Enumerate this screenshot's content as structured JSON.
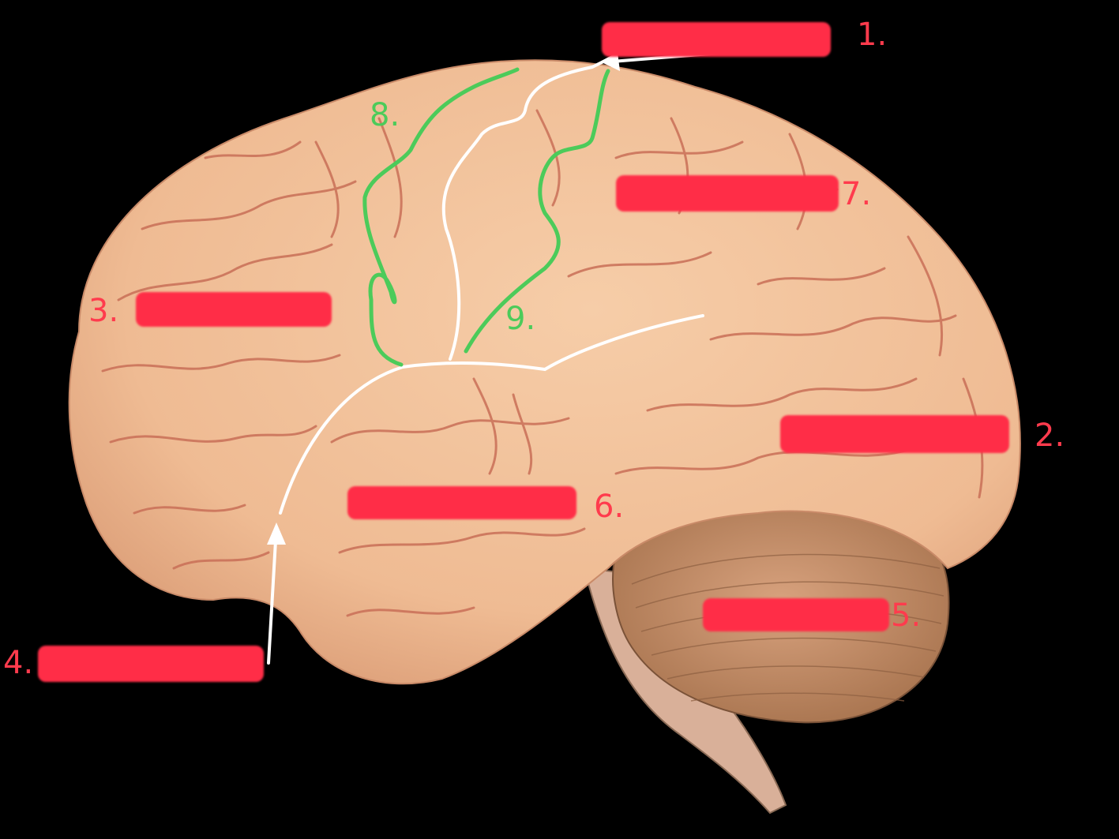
{
  "colors": {
    "background": "#000000",
    "brain": "#f1bf98",
    "sulcus": "#c86b56",
    "cerebellum": "#c9906a",
    "redaction": "#ff2d47",
    "label_red": "#ff3b4d",
    "label_green": "#4ccb5a",
    "annotation_white": "#ffffff"
  },
  "labels": {
    "n1": "1.",
    "n2": "2.",
    "n3": "3.",
    "n4": "4.",
    "n5": "5.",
    "n6": "6.",
    "n7": "7.",
    "n8": "8.",
    "n9": "9."
  }
}
